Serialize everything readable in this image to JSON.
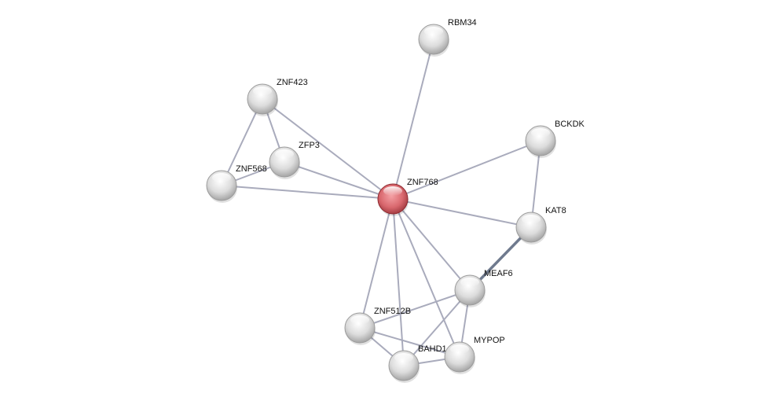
{
  "network": {
    "query_node": "ZNF768",
    "colors": {
      "query": "#d9686e",
      "neighbor": "#d8d8d8",
      "edge": "#a9abbc",
      "edge_strong": "#6f7a8e"
    },
    "nodes": [
      {
        "id": "RBM34",
        "label": "RBM34"
      },
      {
        "id": "ZNF423",
        "label": "ZNF423"
      },
      {
        "id": "ZFP3",
        "label": "ZFP3"
      },
      {
        "id": "ZNF568",
        "label": "ZNF568"
      },
      {
        "id": "ZNF768",
        "label": "ZNF768"
      },
      {
        "id": "BCKDK",
        "label": "BCKDK"
      },
      {
        "id": "KAT8",
        "label": "KAT8"
      },
      {
        "id": "MEAF6",
        "label": "MEAF6"
      },
      {
        "id": "ZNF512B",
        "label": "ZNF512B"
      },
      {
        "id": "BAHD1",
        "label": "BAHD1"
      },
      {
        "id": "MYPOP",
        "label": "MYPOP"
      }
    ],
    "edges": [
      [
        "ZNF768",
        "RBM34"
      ],
      [
        "ZNF768",
        "ZNF423"
      ],
      [
        "ZNF768",
        "ZFP3"
      ],
      [
        "ZNF768",
        "ZNF568"
      ],
      [
        "ZNF768",
        "BCKDK"
      ],
      [
        "ZNF768",
        "KAT8"
      ],
      [
        "ZNF768",
        "MEAF6"
      ],
      [
        "ZNF768",
        "ZNF512B"
      ],
      [
        "ZNF768",
        "BAHD1"
      ],
      [
        "ZNF768",
        "MYPOP"
      ],
      [
        "ZNF423",
        "ZFP3"
      ],
      [
        "ZNF423",
        "ZNF568"
      ],
      [
        "ZFP3",
        "ZNF568"
      ],
      [
        "BCKDK",
        "KAT8"
      ],
      [
        "KAT8",
        "MEAF6",
        "strong"
      ],
      [
        "MEAF6",
        "ZNF512B"
      ],
      [
        "MEAF6",
        "BAHD1"
      ],
      [
        "MEAF6",
        "MYPOP"
      ],
      [
        "ZNF512B",
        "BAHD1"
      ],
      [
        "ZNF512B",
        "MYPOP"
      ],
      [
        "BAHD1",
        "MYPOP"
      ]
    ]
  }
}
